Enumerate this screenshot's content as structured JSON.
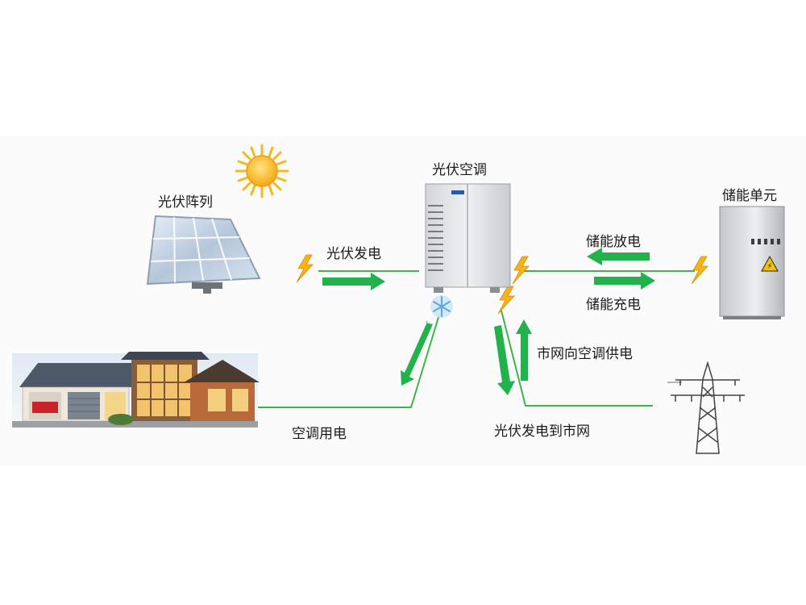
{
  "labels": {
    "pv_array": "光伏阵列",
    "pv_ac": "光伏空调",
    "storage_unit": "储能单元",
    "pv_generation": "光伏发电",
    "storage_discharge": "储能放电",
    "storage_charge": "储能充电",
    "grid_supply_ac": "市网向空调供电",
    "ac_power_use": "空调用电",
    "pv_to_grid": "光伏发电到市网"
  },
  "colors": {
    "line": "#3cb54a",
    "arrow": "#22b24c",
    "bolt": "#f4b41a",
    "sun": "#f6b81c",
    "panel": "#b9c8db"
  },
  "icons": [
    "sun-icon",
    "solar-panel-icon",
    "ac-unit-icon",
    "battery-cabinet-icon",
    "house-icon",
    "power-tower-icon",
    "lightning-bolt-icon",
    "snowflake-icon"
  ]
}
